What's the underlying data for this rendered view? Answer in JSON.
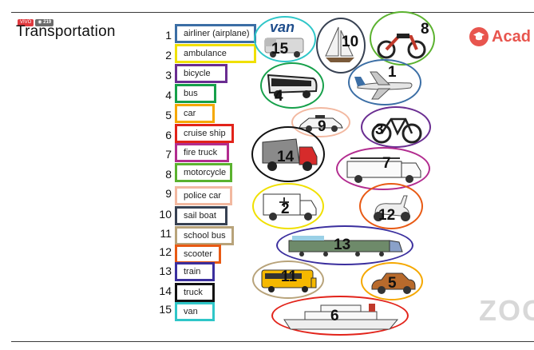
{
  "live_badge": "VIVO",
  "viewer_count": "219",
  "title": "Transportation",
  "brand_text": "Acad",
  "watermark": "ZOO",
  "list": [
    {
      "n": "1",
      "label": "airliner (airplane)",
      "color": "#3b6ea5"
    },
    {
      "n": "2",
      "label": "ambulance",
      "color": "#f0e000"
    },
    {
      "n": "3",
      "label": "bicycle",
      "color": "#6a2d91"
    },
    {
      "n": "4",
      "label": "bus",
      "color": "#16a04a"
    },
    {
      "n": "5",
      "label": "car",
      "color": "#f5a800"
    },
    {
      "n": "6",
      "label": "cruise ship",
      "color": "#e2231a"
    },
    {
      "n": "7",
      "label": "fire truck",
      "color": "#b22c8f"
    },
    {
      "n": "8",
      "label": "motorcycle",
      "color": "#5bb22f"
    },
    {
      "n": "9",
      "label": "police car",
      "color": "#f2b8a0"
    },
    {
      "n": "10",
      "label": "sail boat",
      "color": "#374152"
    },
    {
      "n": "11",
      "label": "school bus",
      "color": "#b8a37a"
    },
    {
      "n": "12",
      "label": "scooter",
      "color": "#e85a14"
    },
    {
      "n": "13",
      "label": "train",
      "color": "#3b2f9e"
    },
    {
      "n": "14",
      "label": "truck",
      "color": "#111111"
    },
    {
      "n": "15",
      "label": "van",
      "color": "#2fc6c8"
    }
  ],
  "pictures": [
    {
      "label": "15",
      "icon": "van-icon",
      "caption": "van",
      "color": "#2fc6c8"
    },
    {
      "label": "10",
      "icon": "sailboat-icon",
      "color": "#374152"
    },
    {
      "label": "8",
      "icon": "motorcycle-icon",
      "color": "#5bb22f"
    },
    {
      "label": "4",
      "icon": "bus-icon",
      "color": "#16a04a"
    },
    {
      "label": "1",
      "icon": "airplane-icon",
      "color": "#3b6ea5"
    },
    {
      "label": "9",
      "icon": "police-car-icon",
      "color": "#f2b8a0"
    },
    {
      "label": "3",
      "icon": "bicycle-icon",
      "color": "#6a2d91"
    },
    {
      "label": "14",
      "icon": "truck-icon",
      "color": "#111111"
    },
    {
      "label": "7",
      "icon": "fire-truck-icon",
      "color": "#b22c8f"
    },
    {
      "label": "2",
      "icon": "ambulance-icon",
      "color": "#f0e000"
    },
    {
      "label": "12",
      "icon": "scooter-icon",
      "color": "#e85a14"
    },
    {
      "label": "13",
      "icon": "train-icon",
      "color": "#3b2f9e"
    },
    {
      "label": "11",
      "icon": "school-bus-icon",
      "color": "#b8a37a"
    },
    {
      "label": "5",
      "icon": "car-icon",
      "color": "#f5a800"
    },
    {
      "label": "6",
      "icon": "cruise-ship-icon",
      "color": "#e2231a"
    }
  ]
}
